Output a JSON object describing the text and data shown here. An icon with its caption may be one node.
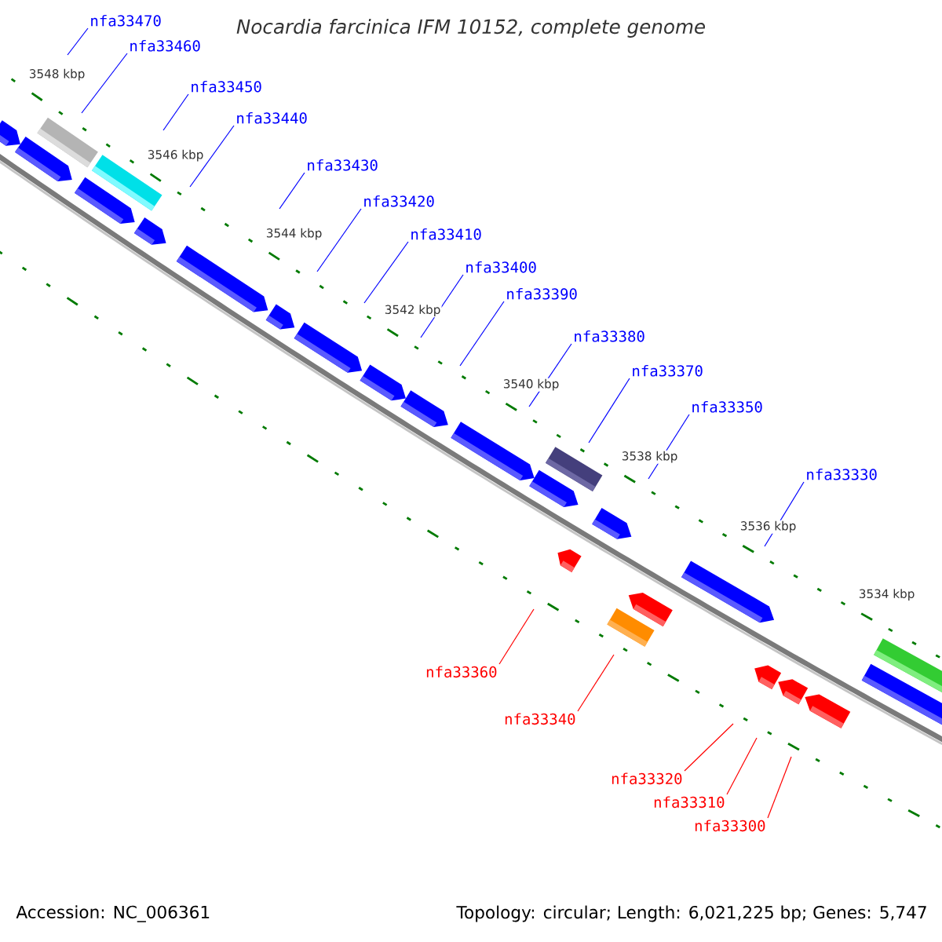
{
  "diagram": {
    "title": "Nocardia farcinica IFM 10152, complete genome",
    "nodes": [
      {
        "text": [
          "nfa33470"
        ]
      },
      {
        "text": [
          "nfa33460"
        ]
      },
      {
        "text": [
          "nfa33450"
        ]
      },
      {
        "text": [
          "nfa33440"
        ]
      },
      {
        "text": [
          "nfa33430"
        ]
      },
      {
        "text": [
          "nfa33420"
        ]
      },
      {
        "text": [
          "nfa33410"
        ]
      },
      {
        "text": [
          "nfa33400"
        ]
      },
      {
        "text": [
          "nfa33390"
        ]
      },
      {
        "text": [
          "nfa33380"
        ]
      },
      {
        "text": [
          "nfa33370"
        ]
      },
      {
        "text": [
          "nfa33350"
        ]
      },
      {
        "text": [
          "nfa33330"
        ]
      },
      {
        "text": [
          "nfa33360"
        ]
      },
      {
        "text": [
          "nfa33340"
        ]
      },
      {
        "text": [
          "nfa33320"
        ]
      },
      {
        "text": [
          "nfa33310"
        ]
      },
      {
        "text": [
          "nfa33300"
        ]
      }
    ],
    "edges": [
      {
        "from": 0,
        "to": null,
        "arrow": "none"
      },
      {
        "from": 1,
        "to": null,
        "arrow": "none"
      },
      {
        "from": 2,
        "to": null,
        "arrow": "none"
      },
      {
        "from": 3,
        "to": null,
        "arrow": "none"
      },
      {
        "from": 4,
        "to": null,
        "arrow": "none"
      },
      {
        "from": 5,
        "to": null,
        "arrow": "none"
      },
      {
        "from": 6,
        "to": null,
        "arrow": "none"
      },
      {
        "from": 7,
        "to": null,
        "arrow": "none"
      },
      {
        "from": 8,
        "to": null,
        "arrow": "none"
      },
      {
        "from": 9,
        "to": null,
        "arrow": "none"
      },
      {
        "from": 10,
        "to": null,
        "arrow": "none"
      },
      {
        "from": 11,
        "to": null,
        "arrow": "none"
      },
      {
        "from": 12,
        "to": null,
        "arrow": "none"
      },
      {
        "from": 13,
        "to": null,
        "arrow": "none",
        "color": "#ff0000"
      },
      {
        "from": 14,
        "to": null,
        "arrow": "none",
        "color": "#ff0000"
      },
      {
        "from": 15,
        "to": null,
        "arrow": "none",
        "color": "#ff0000"
      },
      {
        "from": 16,
        "to": null,
        "arrow": "none",
        "color": "#ff0000"
      },
      {
        "from": 17,
        "to": null,
        "arrow": "none",
        "color": "#ff0000"
      }
    ],
    "labels": [
      "3548 kbp",
      "3546 kbp",
      "3544 kbp",
      "3542 kbp",
      "3540 kbp",
      "3538 kbp",
      "3536 kbp",
      "3534 kbp",
      "Accession: NC_006361",
      "Topology: circular; Length: 6,021,225 bp; Genes: 5,747"
    ]
  }
}
